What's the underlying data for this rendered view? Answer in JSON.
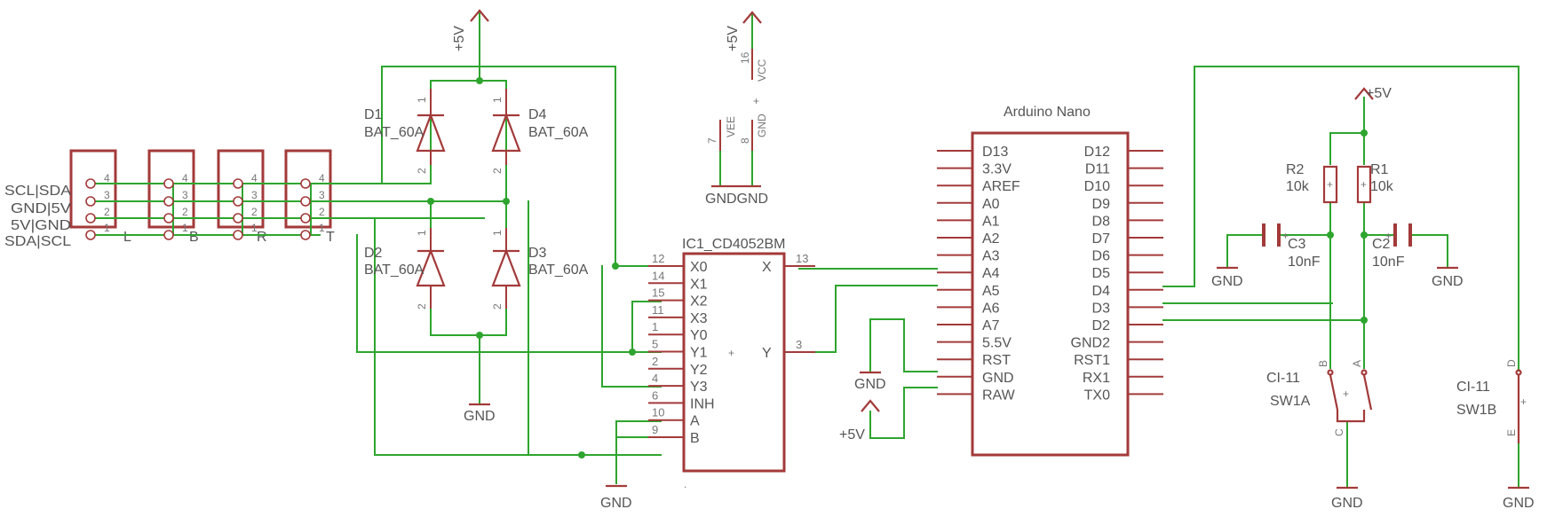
{
  "connectors": {
    "side_labels": [
      "SCL|SDA",
      "GND|5V",
      "5V|GND",
      "SDA|SCL"
    ],
    "pin_numbers": [
      "4",
      "3",
      "2",
      "1"
    ],
    "names": [
      "L",
      "B",
      "R",
      "T"
    ]
  },
  "power": {
    "p5v": "+5V",
    "gnd": "GND",
    "gndgnd": "GNDGND"
  },
  "diodes": {
    "d1": {
      "ref": "D1",
      "part": "BAT_60A"
    },
    "d2": {
      "ref": "D2",
      "part": "BAT_60A"
    },
    "d3": {
      "ref": "D3",
      "part": "BAT_60A"
    },
    "d4": {
      "ref": "D4",
      "part": "BAT_60A"
    },
    "pin1": "1",
    "pin2": "2"
  },
  "supply_pins": {
    "n16": "16",
    "vcc": "VCC",
    "n7": "7",
    "vee": "VEE",
    "n8": "8",
    "gnd": "GND"
  },
  "ic1": {
    "title": "IC1_CD4052BM",
    "left_pins": [
      {
        "num": "12",
        "name": "X0"
      },
      {
        "num": "14",
        "name": "X1"
      },
      {
        "num": "15",
        "name": "X2"
      },
      {
        "num": "11",
        "name": "X3"
      },
      {
        "num": "1",
        "name": "Y0"
      },
      {
        "num": "5",
        "name": "Y1"
      },
      {
        "num": "2",
        "name": "Y2"
      },
      {
        "num": "4",
        "name": "Y3"
      },
      {
        "num": "6",
        "name": "INH"
      },
      {
        "num": "10",
        "name": "A"
      },
      {
        "num": "9",
        "name": "B"
      }
    ],
    "right_pins": [
      {
        "num": "13",
        "name": "X"
      },
      {
        "num": "3",
        "name": "Y"
      }
    ]
  },
  "nano": {
    "title": "Arduino Nano",
    "left_pins": [
      "D13",
      "3.3V",
      "AREF",
      "A0",
      "A1",
      "A2",
      "A3",
      "A4",
      "A5",
      "A6",
      "A7",
      "5.5V",
      "RST",
      "GND",
      "RAW"
    ],
    "right_pins": [
      "D12",
      "D11",
      "D10",
      "D9",
      "D8",
      "D7",
      "D6",
      "D5",
      "D4",
      "D3",
      "D2",
      "GND2",
      "RST1",
      "RX1",
      "TX0"
    ]
  },
  "resistors": {
    "r1": {
      "ref": "R1",
      "value": "10k"
    },
    "r2": {
      "ref": "R2",
      "value": "10k"
    }
  },
  "capacitors": {
    "c2": {
      "ref": "C2",
      "value": "10nF"
    },
    "c3": {
      "ref": "C3",
      "value": "10nF"
    }
  },
  "switches": {
    "part": "CI-11",
    "sw1a": "SW1A",
    "sw1b": "SW1B",
    "pin_a": "A",
    "pin_b": "B",
    "pin_c": "C",
    "pin_d": "D",
    "pin_e": "E"
  }
}
